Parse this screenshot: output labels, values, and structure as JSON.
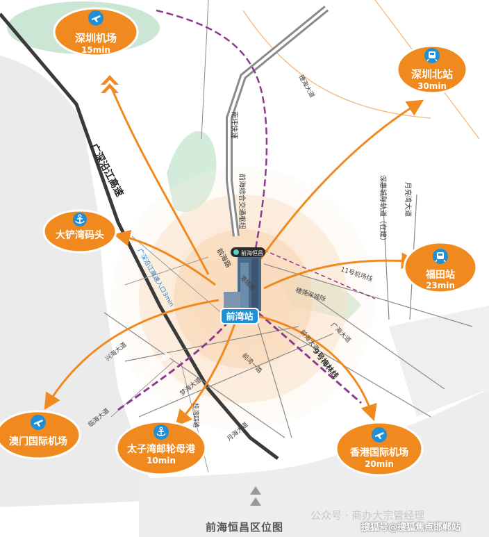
{
  "destinations": {
    "shenzhen_airport": {
      "name": "深圳机场",
      "time": "15min"
    },
    "shenzhen_north": {
      "name": "深圳北站",
      "time": "30min"
    },
    "dachan_pier": {
      "name": "大铲湾码头"
    },
    "futian": {
      "name": "福田站",
      "time": "23min"
    },
    "macau_airport": {
      "name": "澳门国际机场"
    },
    "taiziwan": {
      "name": "太子湾邮轮母港",
      "time": "10min"
    },
    "hk_airport": {
      "name": "香港国际机场",
      "time": "20min"
    }
  },
  "hub": {
    "station": "前湾站",
    "project_sign": "前海恒昌"
  },
  "roads": {
    "guangshen": "广深沿江高速",
    "nanping": "南坪快速",
    "hub_line": "前海综合交通枢纽",
    "guangshen_entrance": "广深沿江高速入口3min",
    "line5": "5号环中线",
    "line9": "9号梅林线",
    "line11": "11号机场线",
    "jingzhao": "穗莞深城际",
    "shenhui": "深惠城际轨道（在建）",
    "yueliangwan": "月亮湾大道",
    "qianhai_blvd": "前海大道",
    "xinghai": "兴海大道",
    "mengnan": "梦海大道",
    "qianwan1": "前湾一路",
    "linhai": "临海大道",
    "yuehai": "月海大道",
    "guihai": "桂湾四路",
    "qianhai_rd": "前海路",
    "guanghai": "广海大道",
    "suihai": "穗海大道",
    "gangcheng": "港城路"
  },
  "footer": {
    "title": "前海恒昌区位图"
  },
  "watermarks": {
    "line1": "公众号 · 商办大宗管经理",
    "line2": "搜狐号@搜狐焦点邯郸站"
  },
  "colors": {
    "accent_orange": "#f08a1f",
    "road_gray": "#555555",
    "metro_purple": "#8b3a8f",
    "water_gray": "#e9e9e9",
    "green_patch": "#bfe0cc",
    "navy_roads": "#1c2a66"
  },
  "icons": {
    "airport": "airplane-icon",
    "station": "train-icon",
    "pier": "anchor-icon"
  }
}
